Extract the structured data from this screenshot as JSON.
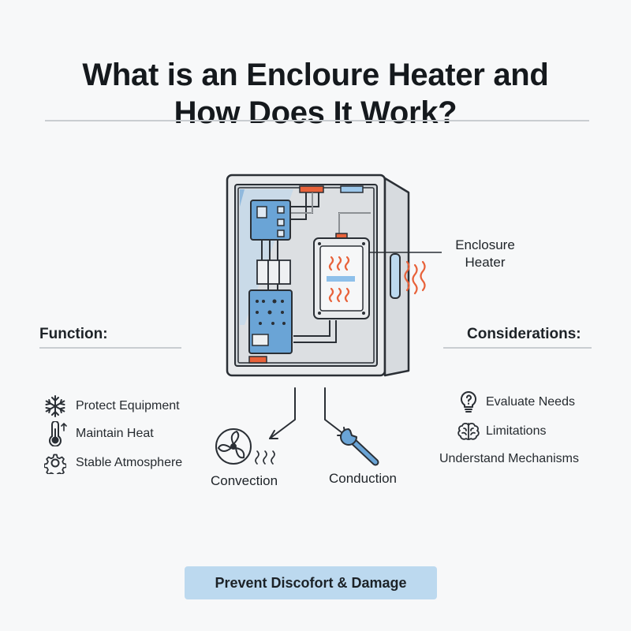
{
  "title": {
    "line1": "What is an Encloure Heater and",
    "line2": "How Does It Work?"
  },
  "callout": {
    "line1": "Enclosure",
    "line2": "Heater"
  },
  "function": {
    "heading": "Function:",
    "items": [
      {
        "icon": "snowflake-icon",
        "label": "Protect Equipment"
      },
      {
        "icon": "thermometer-icon",
        "label": "Maintain Heat"
      },
      {
        "icon": "gear-icon",
        "label": "Stable Atmosphere"
      }
    ]
  },
  "considerations": {
    "heading": "Considerations:",
    "items": [
      {
        "icon": "lightbulb-icon",
        "label": "Evaluate Needs"
      },
      {
        "icon": "brain-icon",
        "label": "Limitations"
      },
      {
        "icon": "",
        "label": "Understand Mechanisms"
      }
    ]
  },
  "modes": {
    "convection": "Convection",
    "conduction": "Conduction"
  },
  "banner": "Prevent Discofort & Damage",
  "colors": {
    "accent_blue": "#bcd9ef",
    "heat_orange": "#e8623a",
    "outline": "#2a2f35"
  }
}
